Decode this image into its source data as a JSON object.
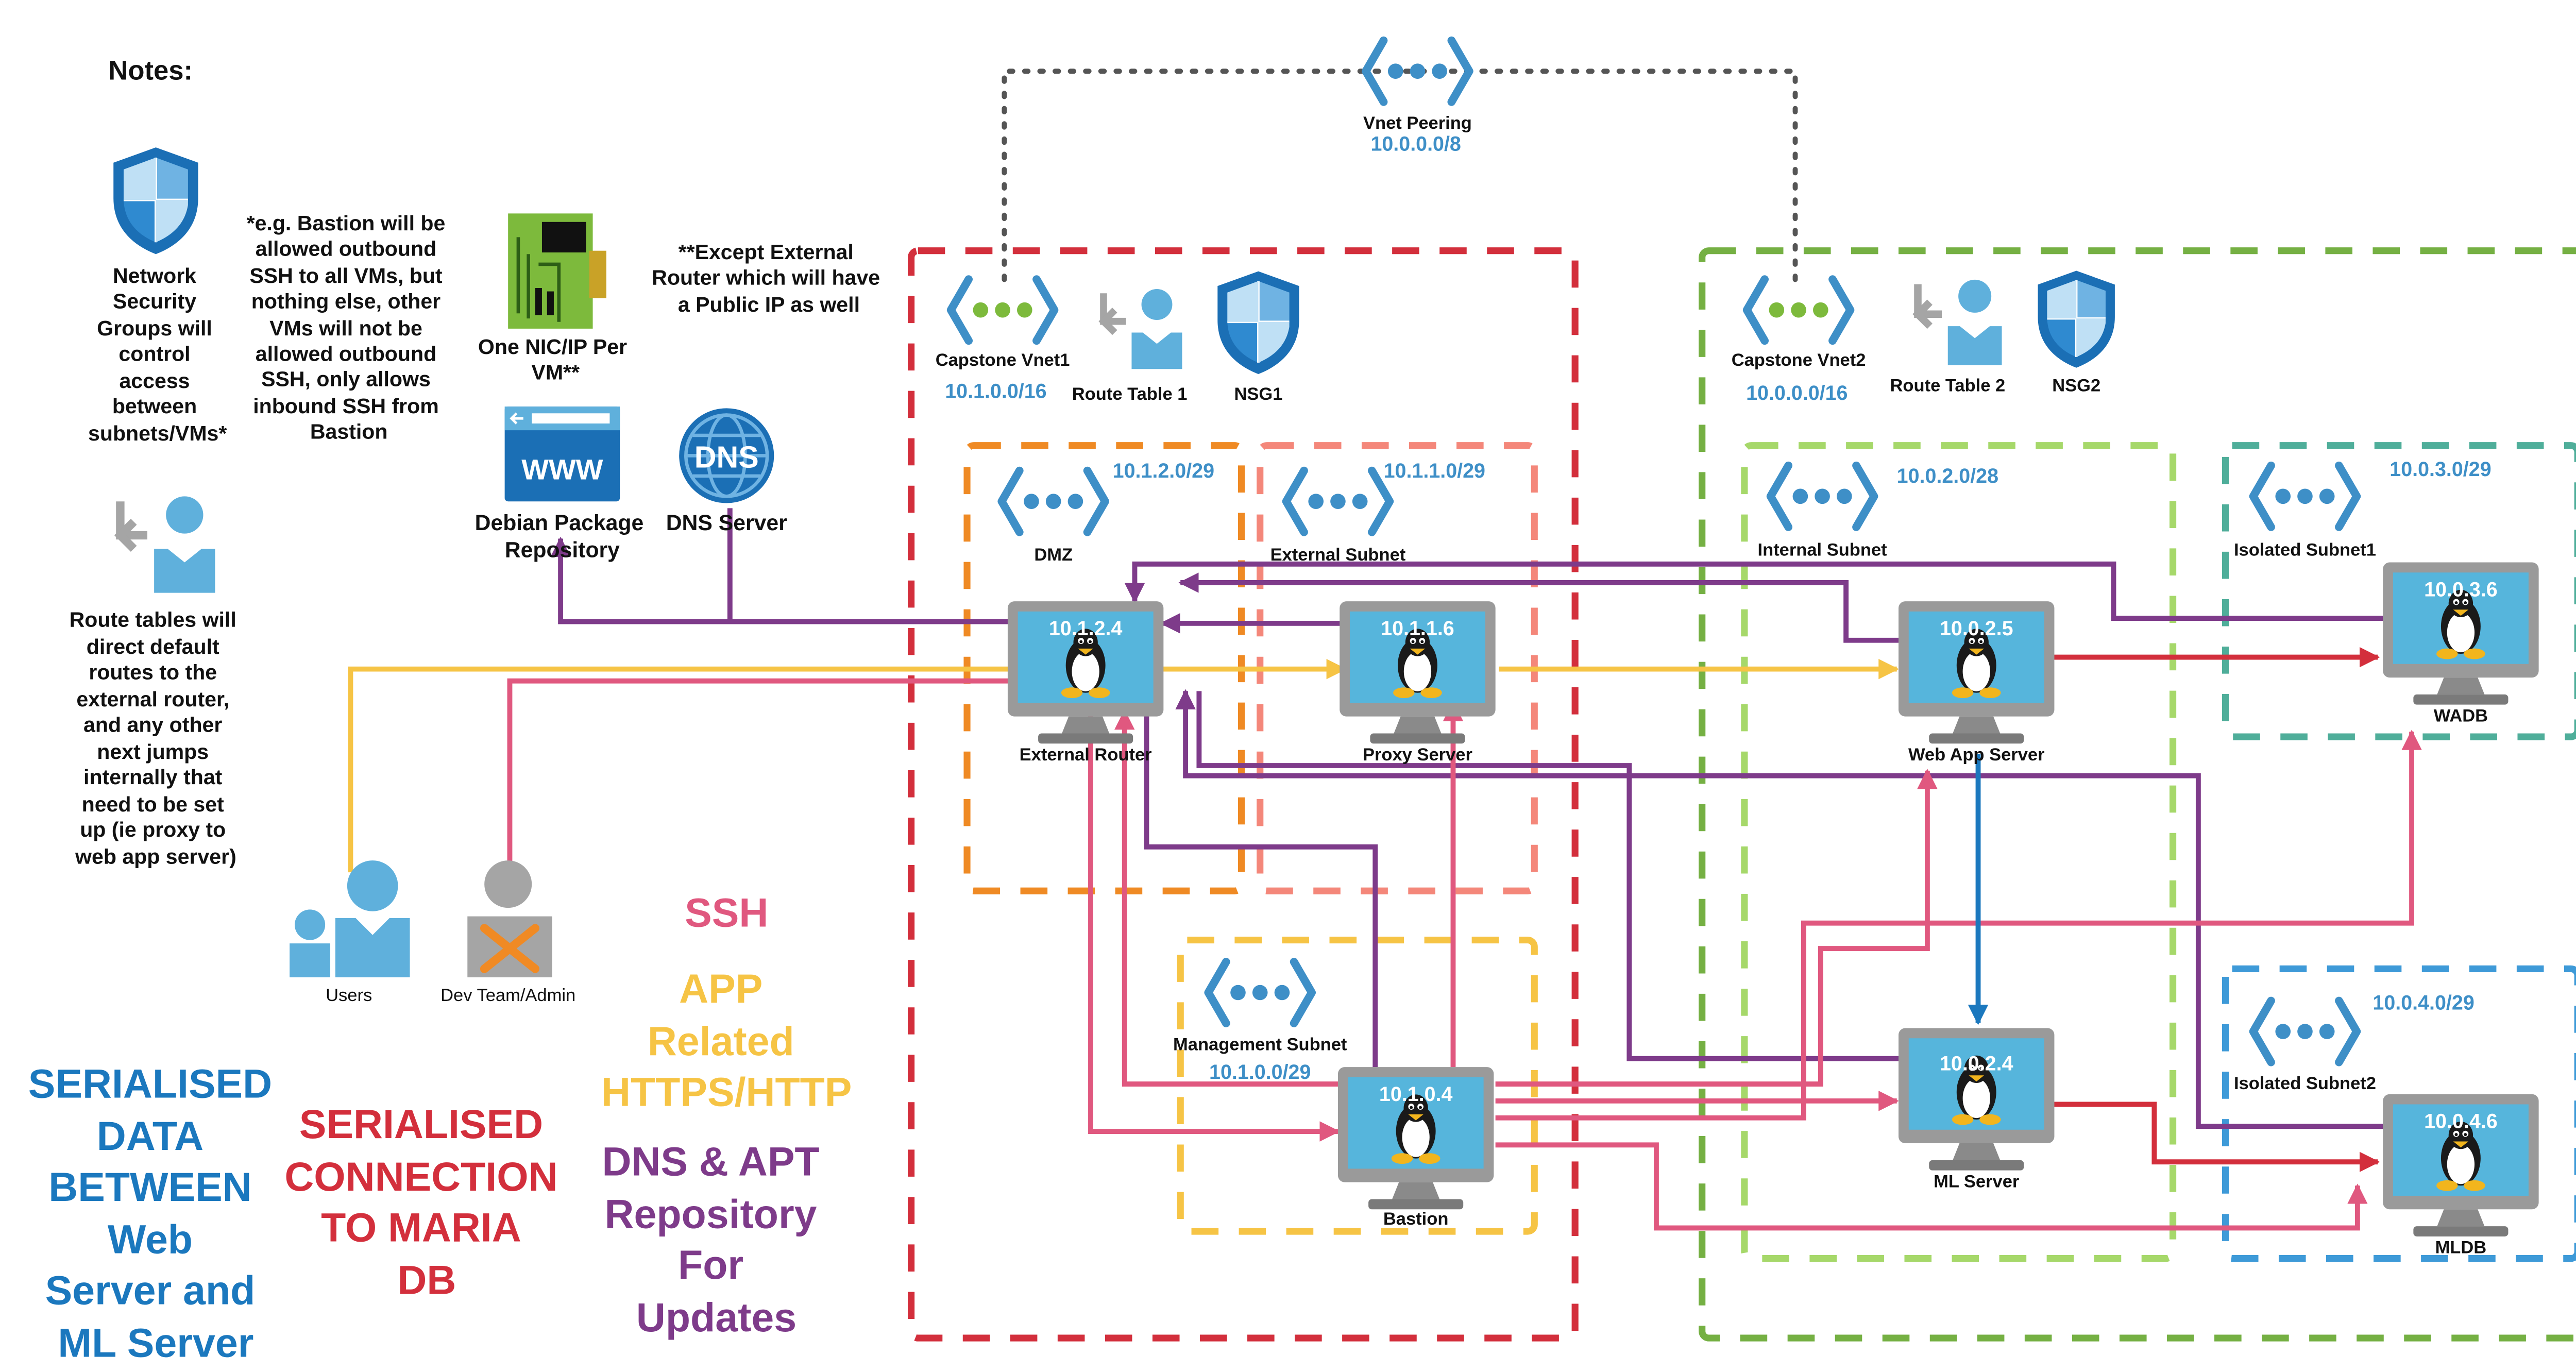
{
  "notes": {
    "title": "Notes:",
    "nsg_note": [
      "Network",
      "Security",
      "Groups will",
      "control",
      "access",
      "between",
      "subnets/VMs*"
    ],
    "bastion_note": [
      "*e.g. Bastion will be",
      "allowed outbound",
      "SSH to all VMs, but",
      "nothing else, other",
      "VMs will not be",
      "allowed outbound",
      "SSH, only allows",
      "inbound SSH from",
      "Bastion"
    ],
    "nic_note": [
      "One NIC/IP Per",
      "VM**"
    ],
    "router_note": [
      "**Except External",
      "Router which will have",
      "a Public IP as well"
    ],
    "route_note": [
      "Route tables will",
      "direct default",
      "routes to the",
      "external router,",
      "and any other",
      "next jumps",
      "internally that",
      "need to be set",
      "up (ie  proxy to",
      "web app server)"
    ]
  },
  "services": {
    "debian_repo": [
      "Debian Package",
      "Repository"
    ],
    "dns_server": "DNS Server",
    "www_text": "WWW",
    "dns_text": "DNS"
  },
  "actors": {
    "users": "Users",
    "dev_team": "Dev Team/Admin"
  },
  "legend": {
    "ssh": "SSH",
    "app": [
      "APP",
      "Related",
      "HTTPS/HTTP"
    ],
    "dns_apt": [
      "DNS & APT",
      "Repository",
      "For",
      "Updates"
    ],
    "maria": [
      "SERIALISED",
      "CONNECTION",
      "TO MARIA",
      "DB"
    ],
    "serialised": [
      "SERIALISED",
      "DATA",
      "BETWEEN",
      "Web",
      "Server and",
      "ML Server"
    ]
  },
  "peering": {
    "label": "Vnet Peering",
    "cidr": "10.0.0.0/8"
  },
  "vnet1": {
    "name": "Capstone Vnet1",
    "cidr": "10.1.0.0/16",
    "route_table": "Route Table 1",
    "nsg": "NSG1",
    "subnets": {
      "dmz": {
        "name": "DMZ",
        "cidr": "10.1.2.0/29"
      },
      "external": {
        "name": "External Subnet",
        "cidr": "10.1.1.0/29"
      },
      "management": {
        "name": "Management Subnet",
        "cidr": "10.1.0.0/29"
      }
    }
  },
  "vnet2": {
    "name": "Capstone Vnet2",
    "cidr": "10.0.0.0/16",
    "route_table": "Route Table 2",
    "nsg": "NSG2",
    "subnets": {
      "internal": {
        "name": "Internal Subnet",
        "cidr": "10.0.2.0/28"
      },
      "isolated1": {
        "name": "Isolated Subnet1",
        "cidr": "10.0.3.0/29"
      },
      "isolated2": {
        "name": "Isolated Subnet2",
        "cidr": "10.0.4.0/29"
      }
    }
  },
  "vms": {
    "router": {
      "ip": "10.1.2.4",
      "name": "External Router"
    },
    "proxy": {
      "ip": "10.1.1.6",
      "name": "Proxy Server"
    },
    "bastion": {
      "ip": "10.1.0.4",
      "name": "Bastion"
    },
    "webapp": {
      "ip": "10.0.2.5",
      "name": "Web App Server"
    },
    "ml": {
      "ip": "10.0.2.4",
      "name": "ML Server"
    },
    "wadb": {
      "ip": "10.0.3.6",
      "name": "WADB"
    },
    "mldb": {
      "ip": "10.0.4.6",
      "name": "MLDB"
    }
  },
  "colors": {
    "ssh": "#e0587f",
    "app": "#f6c445",
    "dns_apt": "#7e3b8a",
    "maria": "#d32f3c",
    "serialised": "#1b78be",
    "vnet1_border": "#d32f3c",
    "vnet2_border": "#75b043",
    "cidr_text": "#3e8fc7"
  }
}
